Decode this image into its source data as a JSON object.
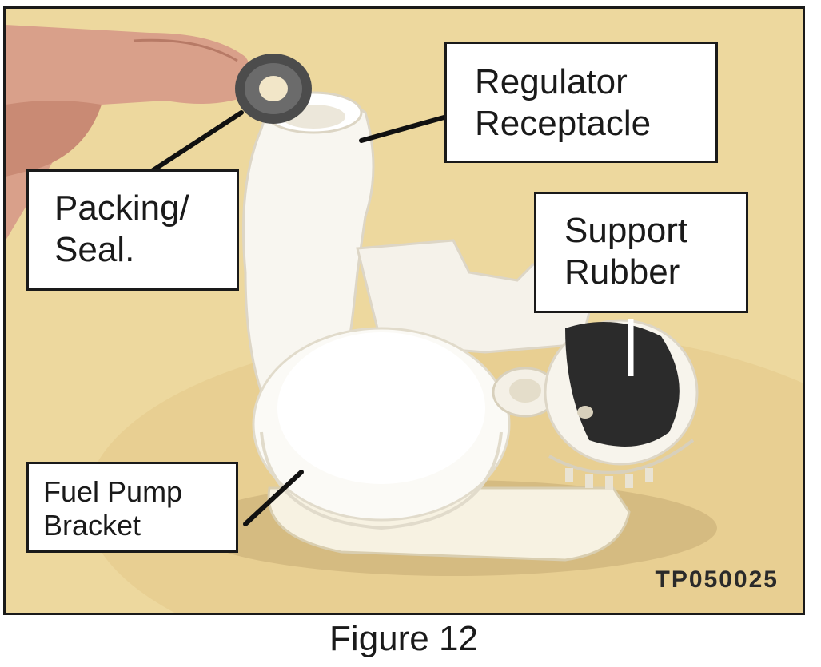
{
  "photo": {
    "code": "TP050025"
  },
  "labels": {
    "regulator": {
      "line1": "Regulator",
      "line2": "Receptacle"
    },
    "packing": {
      "line1": "Packing/",
      "line2": "Seal."
    },
    "support": {
      "line1": "Support",
      "line2": "Rubber"
    },
    "fuel": {
      "line1": "Fuel Pump",
      "line2": "Bracket"
    }
  },
  "caption": "Figure 12"
}
